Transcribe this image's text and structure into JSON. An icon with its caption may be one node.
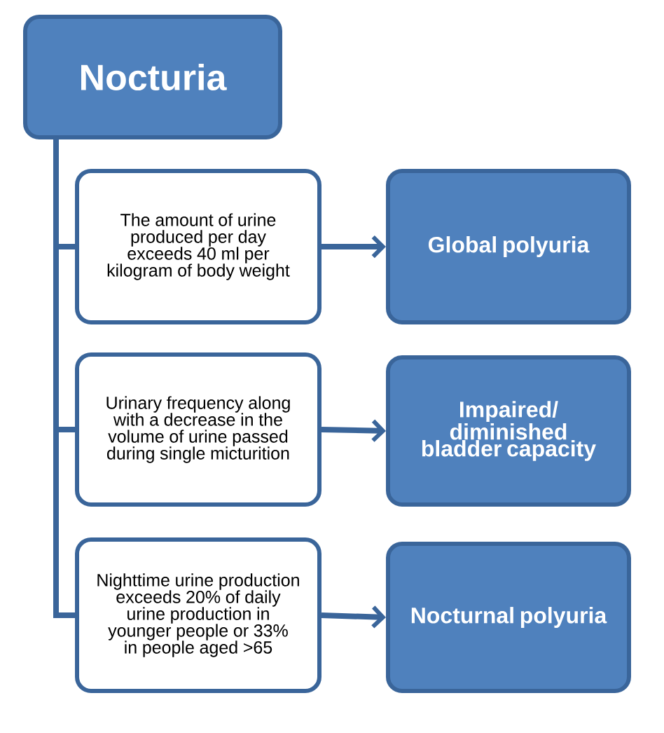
{
  "diagram": {
    "nodes": [
      {
        "text": [
          "Nocturia"
        ]
      },
      {
        "text": [
          "The amount of urine produced per day exceeds 40 ml per kilogram of body weight"
        ]
      },
      {
        "text": [
          "Global polyuria"
        ]
      },
      {
        "text": [
          "Urinary frequency along with a decrease in the volume of urine passed during single micturition"
        ]
      },
      {
        "text": [
          "Impaired/ diminished bladder capacity"
        ]
      },
      {
        "text": [
          "Nighttime urine production exceeds 20% of daily urine production in younger people or 33% in people aged >65"
        ]
      },
      {
        "text": [
          "Nocturnal polyuria"
        ]
      }
    ],
    "edges": [
      {
        "from": 0,
        "to": 1,
        "arrow": "none"
      },
      {
        "from": 0,
        "to": 3,
        "arrow": "none"
      },
      {
        "from": 0,
        "to": 5,
        "arrow": "none"
      },
      {
        "from": 1,
        "to": 2,
        "arrow": "to"
      },
      {
        "from": 3,
        "to": 4,
        "arrow": "to"
      },
      {
        "from": 5,
        "to": 6,
        "arrow": "to"
      }
    ]
  }
}
